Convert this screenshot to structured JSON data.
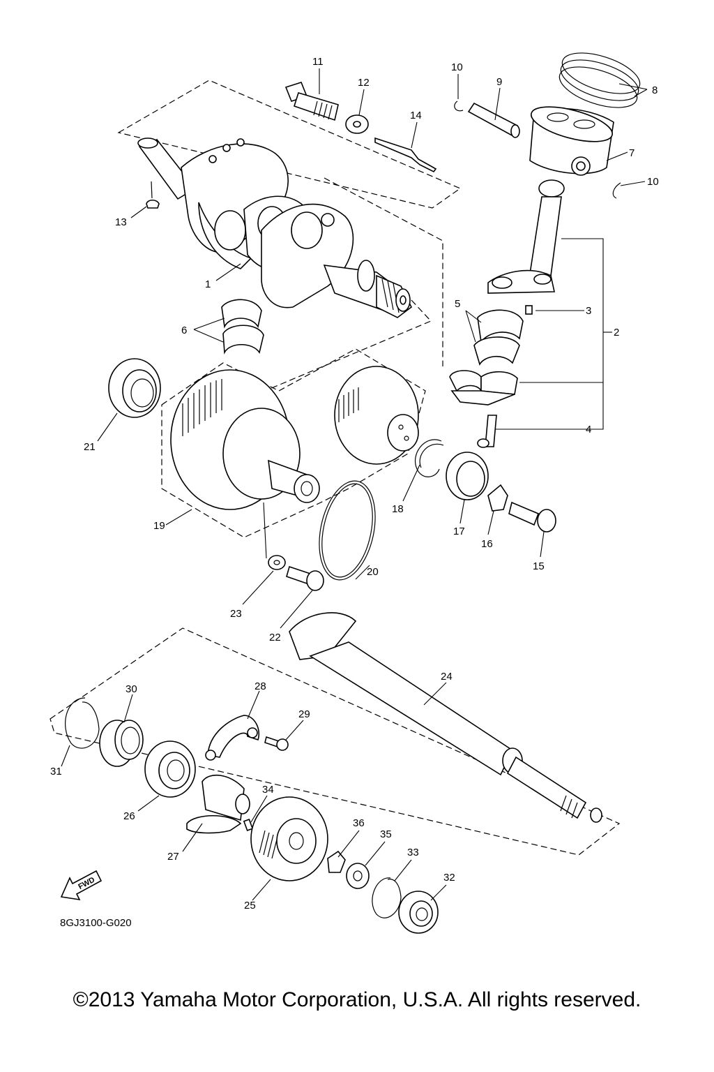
{
  "diagram": {
    "drawing_code": "8GJ3100-G020",
    "fwd_badge": "FWD",
    "callouts": [
      "1",
      "2",
      "3",
      "4",
      "5",
      "6",
      "7",
      "8",
      "9",
      "10",
      "10",
      "11",
      "12",
      "13",
      "14",
      "15",
      "16",
      "17",
      "18",
      "19",
      "20",
      "21",
      "22",
      "23",
      "24",
      "25",
      "26",
      "27",
      "28",
      "29",
      "30",
      "31",
      "32",
      "33",
      "34",
      "35",
      "36"
    ]
  },
  "copyright": "©2013 Yamaha Motor Corporation, U.S.A. All rights reserved."
}
